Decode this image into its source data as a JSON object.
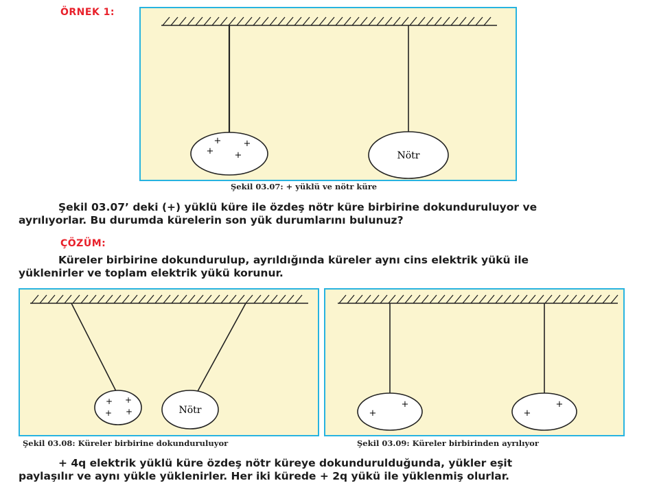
{
  "example": {
    "heading": "ÖRNEK 1:"
  },
  "figures": {
    "fig1": {
      "caption": "Şekil 03.07: + yüklü ve nötr küre",
      "right_sphere_label": "Nötr",
      "left_sphere_charges": [
        "+",
        "+",
        "+",
        "+"
      ]
    },
    "fig2": {
      "caption": "Şekil 03.08: Küreler birbirine dokunduruluyor",
      "right_sphere_label": "Nötr",
      "left_sphere_charges": [
        "+",
        "+",
        "+",
        "+"
      ]
    },
    "fig3": {
      "caption": "Şekil 03.09: Küreler birbirinden ayrılıyor",
      "left_sphere_charges": [
        "+",
        "+"
      ],
      "right_sphere_charges": [
        "+",
        "+"
      ]
    }
  },
  "question": {
    "line1": "Şekil 03.07’ deki (+) yüklü küre ile özdeş nötr küre birbirine dokunduruluyor ve",
    "line2": "ayrılıyorlar. Bu durumda kürelerin son yük durumlarını bulunuz?"
  },
  "solution": {
    "heading": "ÇÖZÜM:",
    "line1": "Küreler birbirine dokundurulup, ayrıldığında küreler aynı cins elektrik yükü ile",
    "line2": "yüklenirler ve toplam elektrik yükü korunur."
  },
  "conclusion": {
    "line1": "+ 4q elektrik yüklü küre özdeş nötr küreye dokundurulduğunda, yükler eşit",
    "line2": "paylaşılır ve aynı yükle yüklenirler. Her iki kürede + 2q yükü ile yüklenmiş olurlar."
  },
  "colors": {
    "panel_fill": "#fbf5cf",
    "panel_border": "#27b3e0",
    "heading_red": "#e8202a"
  }
}
